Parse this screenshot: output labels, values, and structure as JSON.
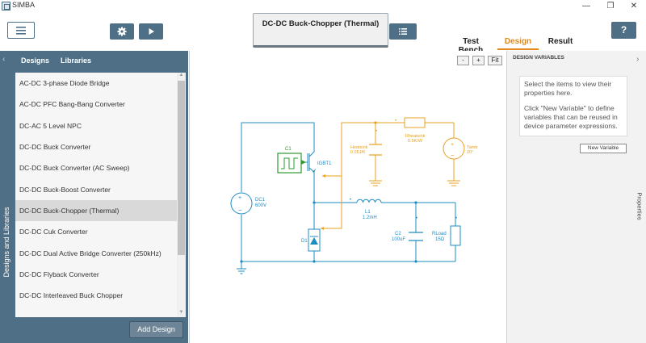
{
  "app": {
    "title": "SIMBA"
  },
  "window_controls": {
    "minimize": "—",
    "restore": "❐",
    "close": "✕"
  },
  "header": {
    "design_title": "DC-DC Buck-Chopper (Thermal)",
    "menu_icon": "hamburger-icon",
    "settings_icon": "gear-icon",
    "run_icon": "play-icon",
    "list_icon": "list-icon",
    "help_label": "?",
    "tabs": [
      {
        "label": "Test Bench",
        "active": false
      },
      {
        "label": "Design",
        "active": true
      },
      {
        "label": "Result",
        "active": false
      }
    ],
    "accent_color": "#e08a1e",
    "brand_color": "#4f6f86"
  },
  "left_panel": {
    "collapse_icon": "chevron-left-icon",
    "vertical_label": "Designs and Libraries",
    "tabs": [
      {
        "label": "Designs"
      },
      {
        "label": "Libraries"
      }
    ],
    "designs": [
      "AC-DC 3-phase Diode Bridge",
      "AC-DC PFC Bang-Bang Converter",
      "DC-AC 5 Level NPC",
      "DC-DC Buck Converter",
      "DC-DC Buck Converter (AC Sweep)",
      "DC-DC Buck-Boost Converter",
      "DC-DC Buck-Chopper (Thermal)",
      "DC-DC Cuk Converter",
      "DC-DC Dual Active Bridge Converter (250kHz)",
      "DC-DC Flyback Converter",
      "DC-DC Interleaved Buck Chopper"
    ],
    "selected_design": "DC-DC Buck-Chopper (Thermal)",
    "add_button": "Add Design"
  },
  "canvas": {
    "zoom_out": "-",
    "zoom_in": "+",
    "fit": "Fit",
    "components": {
      "c1": "C1",
      "igbt1": "IGBT1",
      "dc1_name": "DC1",
      "dc1_value": "600V",
      "d1": "D1",
      "l1_name": "L1",
      "l1_value": "1.2mH",
      "c2_name": "C2",
      "c2_value": "100uF",
      "rload_name": "RLoad",
      "rload_value": "15Ω",
      "heatsink_name": "Heatsink",
      "heatsink_value": "0.05J/K",
      "rheatsink_name": "Rheatsink",
      "rheatsink_value": "0.5K/W",
      "tamb_name": "Tamb",
      "tamb_value": "20°"
    },
    "electrical_color": "#1e8bc3",
    "thermal_color": "#e8a020",
    "control_color": "#2e9a2e"
  },
  "right_panel": {
    "title": "DESIGN VARIABLES",
    "hint1": "Select the items to view their properties here.",
    "hint2": "Click \"New Variable\" to define variables that can be reused in device parameter expressions.",
    "new_variable": "New Variable",
    "vertical_label": "Properties",
    "expand_icon": "chevron-right-icon"
  }
}
